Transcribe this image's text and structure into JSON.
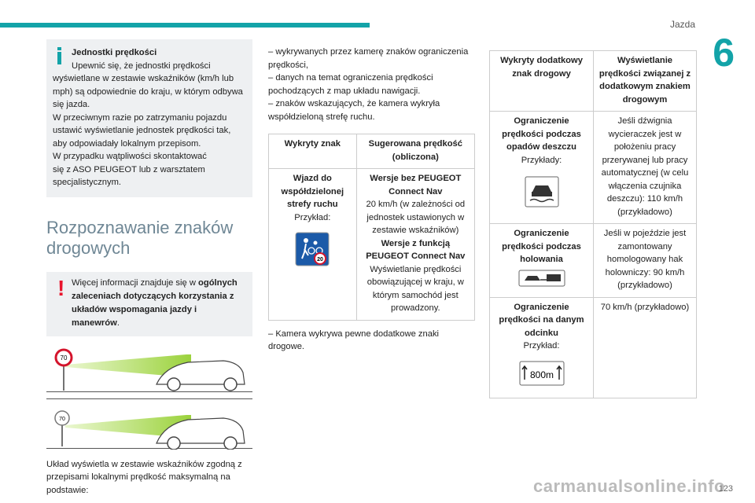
{
  "header": {
    "section": "Jazda",
    "chapter": "6",
    "page_number": "123"
  },
  "watermark": "carmanualsonline.info",
  "info_box": {
    "title": "Jednostki prędkości",
    "lines": [
      "Upewnić się, że jednostki prędkości",
      "wyświetlane w zestawie wskaźników (km/h lub",
      "mph) są odpowiednie do kraju, w którym odbywa",
      "się jazda.",
      "W przeciwnym razie po zatrzymaniu pojazdu",
      "ustawić wyświetlanie jednostek prędkości tak,",
      "aby odpowiadały lokalnym przepisom.",
      "W przypadku wątpliwości skontaktować",
      "się z ASO PEUGEOT lub z warsztatem",
      "specjalistycznym."
    ]
  },
  "section_title_1": "Rozpoznawanie znaków",
  "section_title_2": "drogowych",
  "warning_box": {
    "pre": "Więcej informacji znajduje się w ",
    "bold": "ogólnych zaleceniach dotyczących korzystania z układów wspomagania jazdy i manewrów",
    "post": "."
  },
  "illustration": {
    "sign_label": "70"
  },
  "para_col1": "Układ wyświetla w zestawie wskaźników zgodną z przepisami lokalnymi prędkość maksymalną na podstawie:",
  "col2_list": [
    "– wykrywanych przez kamerę znaków ograniczenia prędkości,",
    "– danych na temat ograniczenia prędkości pochodzących z map układu nawigacji.",
    "– znaków wskazujących, że kamera wykryła współdzieloną strefę ruchu."
  ],
  "table1": {
    "headers": [
      "Wykryty znak",
      "Sugerowana prędkość (obliczona)"
    ],
    "row": {
      "left_bold": "Wjazd do współdzielonej strefy ruchu",
      "left_example": "Przykład:",
      "sign_number": "20",
      "right_bold1": "Wersje bez PEUGEOT Connect Nav",
      "right_text1": "20 km/h (w zależności od jednostek ustawionych w zestawie wskaźników)",
      "right_bold2": "Wersje z funkcją PEUGEOT Connect Nav",
      "right_text2": "Wyświetlanie prędkości obowiązującej w kraju, w którym samochód jest prowadzony."
    }
  },
  "col2_after": "– Kamera wykrywa pewne dodatkowe znaki drogowe.",
  "table2": {
    "headers": [
      "Wykryty dodatkowy znak drogowy",
      "Wyświetlanie prędkości związanej z dodatkowym znakiem drogowym"
    ],
    "rows": [
      {
        "left_bold": "Ograniczenie prędkości podczas opadów deszczu",
        "left_example": "Przykłady:",
        "right": "Jeśli dźwignia wycieraczek jest w położeniu pracy przerywanej lub pracy automatycznej (w celu włączenia czujnika deszczu): 110 km/h (przykładowo)"
      },
      {
        "left_bold": "Ograniczenie prędkości podczas holowania",
        "left_example": "",
        "right": "Jeśli w pojeździe jest zamontowany homologowany hak holowniczy: 90 km/h (przykładowo)"
      },
      {
        "left_bold": "Ograniczenie prędkości na danym odcinku",
        "left_example": "Przykład:",
        "right": "70 km/h (przykładowo)",
        "sign_text": "800m"
      }
    ]
  }
}
